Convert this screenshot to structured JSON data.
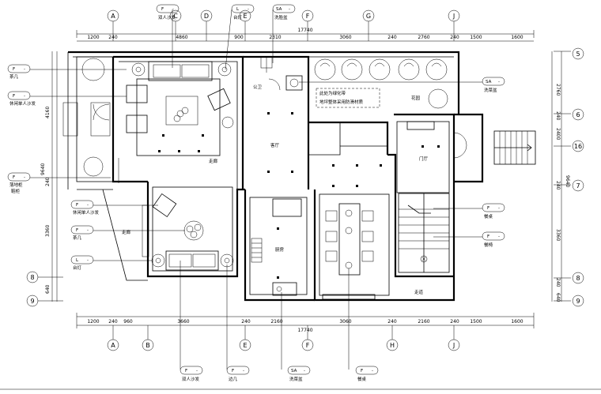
{
  "grid_top": [
    "A",
    "C",
    "D",
    "E",
    "F",
    "G",
    "J"
  ],
  "grid_bottom": [
    "A",
    "B",
    "E",
    "F",
    "H",
    "J"
  ],
  "grid_right": [
    "5",
    "6",
    "16",
    "7",
    "8",
    "9"
  ],
  "grid_left": [
    "8",
    "9"
  ],
  "dims_top": [
    "1200",
    "240",
    "4860",
    "900",
    "2310",
    "3060",
    "240",
    "2760",
    "240",
    "1500",
    "1600"
  ],
  "dims_bottom": [
    "1200",
    "240",
    "960",
    "3660",
    "240",
    "2160",
    "3060",
    "240",
    "2160",
    "240",
    "1500",
    "1600"
  ],
  "dims_right": [
    "2760",
    "240",
    "2400",
    "240",
    "3360",
    "240",
    "640"
  ],
  "dims_left": [
    "4160",
    "240",
    "3360",
    "640"
  ],
  "total_top": "17740",
  "total_bottom": "17740",
  "total_right": "9640",
  "total_left": "9640",
  "callouts": [
    {
      "code": "F",
      "sub": "-",
      "label": "茶几"
    },
    {
      "code": "F",
      "sub": "-",
      "label": "休闲单人沙发"
    },
    {
      "code": "F",
      "sub": "-",
      "label": "落地柜"
    },
    {
      "code": "F",
      "sub": "-",
      "label": "休闲单人沙发"
    },
    {
      "code": "F",
      "sub": "-",
      "label": "茶几"
    },
    {
      "code": "L",
      "sub": "-",
      "label": "台灯"
    },
    {
      "code": "F",
      "sub": "-",
      "label": "双人沙发"
    },
    {
      "code": "L",
      "sub": "-",
      "label": "台灯"
    },
    {
      "code": "SA",
      "sub": "-",
      "label": "洗脸盆"
    },
    {
      "code": "SA",
      "sub": "-",
      "label": "洗菜盆"
    },
    {
      "code": "F",
      "sub": "-",
      "label": "餐桌"
    },
    {
      "code": "SA",
      "sub": "-",
      "label": "洗菜盆"
    },
    {
      "code": "F",
      "sub": "-",
      "label": "双人沙发"
    },
    {
      "code": "F",
      "sub": "-",
      "label": "边几"
    },
    {
      "code": "F",
      "sub": "-",
      "label": "餐桌"
    },
    {
      "code": "F",
      "sub": "-",
      "label": "餐椅"
    },
    {
      "code": "F",
      "sub": "-",
      "label": "鞋柜"
    }
  ],
  "rooms": {
    "kitchen": "厨房",
    "bath": "公卫",
    "hall": "门厅",
    "garden": "花园",
    "corridor": "走道",
    "living": "客厅",
    "aisle1": "走廊",
    "aisle2": "走廊"
  },
  "notes": [
    "此处为绿化带",
    "地坪整体采用防滑材质"
  ]
}
